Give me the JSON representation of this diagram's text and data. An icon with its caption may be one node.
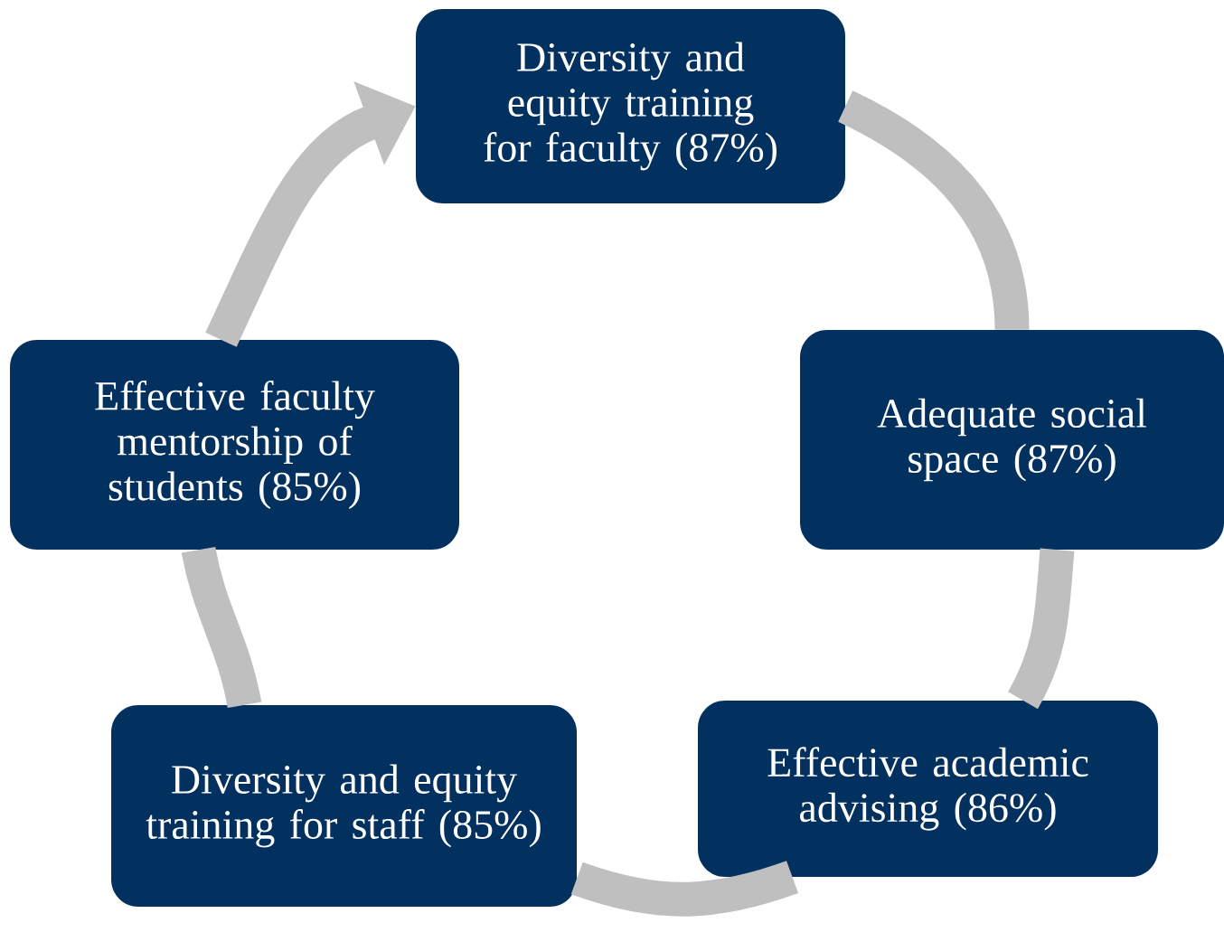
{
  "diagram": {
    "nodes": [
      {
        "text": [
          "Diversity and equity training for faculty (87%)"
        ]
      },
      {
        "text": [
          "Adequate social space (87%)"
        ]
      },
      {
        "text": [
          "Effective academic advising (86%)"
        ]
      },
      {
        "text": [
          "Diversity and equity training for staff (85%)"
        ]
      },
      {
        "text": [
          "Effective faculty mentorship of students (85%)"
        ]
      }
    ],
    "edges": [
      {
        "from": 0,
        "to": 1,
        "arrow": "none"
      },
      {
        "from": 1,
        "to": 2,
        "arrow": "none"
      },
      {
        "from": 2,
        "to": 3,
        "arrow": "none"
      },
      {
        "from": 3,
        "to": 4,
        "arrow": "none"
      },
      {
        "from": 4,
        "to": 0,
        "arrow": "to"
      }
    ]
  }
}
